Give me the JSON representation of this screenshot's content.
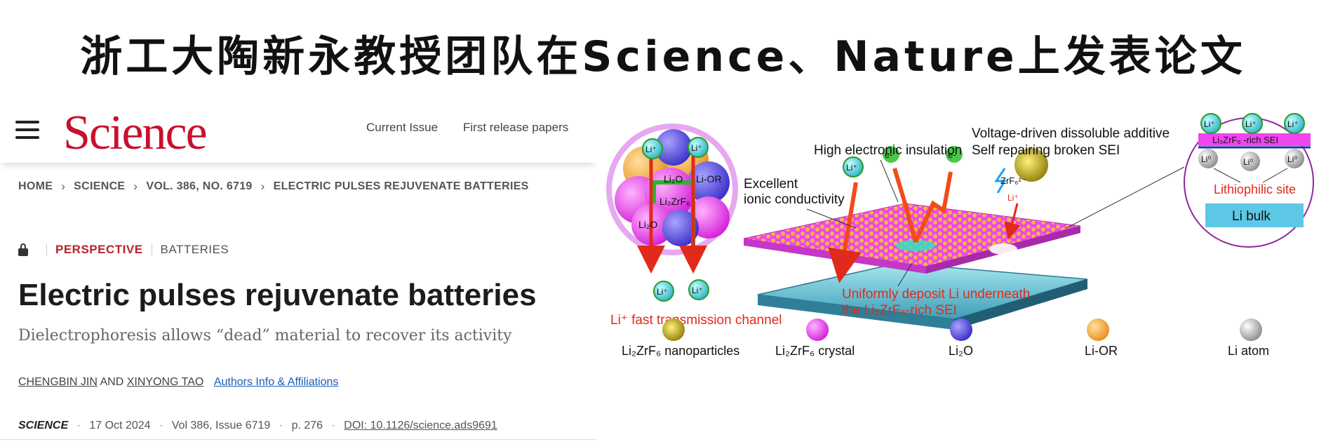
{
  "banner": {
    "title": "浙工大陶新永教授团队在Science、Nature上发表论文"
  },
  "site": {
    "logo": "Science",
    "nav": [
      "Current Issue",
      "First release papers"
    ]
  },
  "breadcrumb": [
    "HOME",
    "SCIENCE",
    "VOL. 386, NO. 6719",
    "ELECTRIC PULSES REJUVENATE BATTERIES"
  ],
  "article": {
    "type": "PERSPECTIVE",
    "section": "BATTERIES",
    "title": "Electric pulses rejuvenate batteries",
    "subtitle": "Dielectrophoresis allows “dead” material to recover its activity",
    "authors": [
      "CHENGBIN JIN",
      "AND",
      "XINYONG TAO"
    ],
    "affiliations_link": "Authors Info & Affiliations",
    "journal": "SCIENCE",
    "date": "17 Oct 2024",
    "volume": "Vol 386, Issue 6719",
    "page": "p. 276",
    "doi": "DOI: 10.1126/science.ads9691"
  },
  "figure": {
    "labels": {
      "voltage": "Voltage-driven dissoluble additive",
      "self_repair": "Self repairing broken SEI",
      "insulation": "High electronic insulation",
      "excellent": "Excellent",
      "ionic": "ionic conductivity",
      "lithiophilic": "Lithiophilic site",
      "li_bulk": "Li  bulk",
      "rich_sei": "Li₂ZrF₆ -rich SEI",
      "fast_channel": "Li⁺ fast transmission channel",
      "uniform1": "Uniformly deposit Li underneath",
      "uniform2": "the  Li₂ZrF₆-rich SEI",
      "zrf6": "ZrF₆²⁻",
      "li_plus": "Li⁺",
      "li_zero": "Li⁰",
      "e_minus": "e-",
      "li2o": "Li₂O",
      "li2zrf6": "Li₂ZrF₆",
      "li_or": "Li-OR"
    },
    "legend": [
      {
        "label": "Li₂ZrF₆ nanoparticles",
        "color": "#d4c21a"
      },
      {
        "label": "Li₂ZrF₆ crystal",
        "color": "#ee3cf0"
      },
      {
        "label": "Li₂O",
        "color": "#5a4fe0"
      },
      {
        "label": "Li-OR",
        "color": "#f5a623"
      },
      {
        "label": "Li  atom",
        "color": "#a8a8a8"
      }
    ]
  }
}
